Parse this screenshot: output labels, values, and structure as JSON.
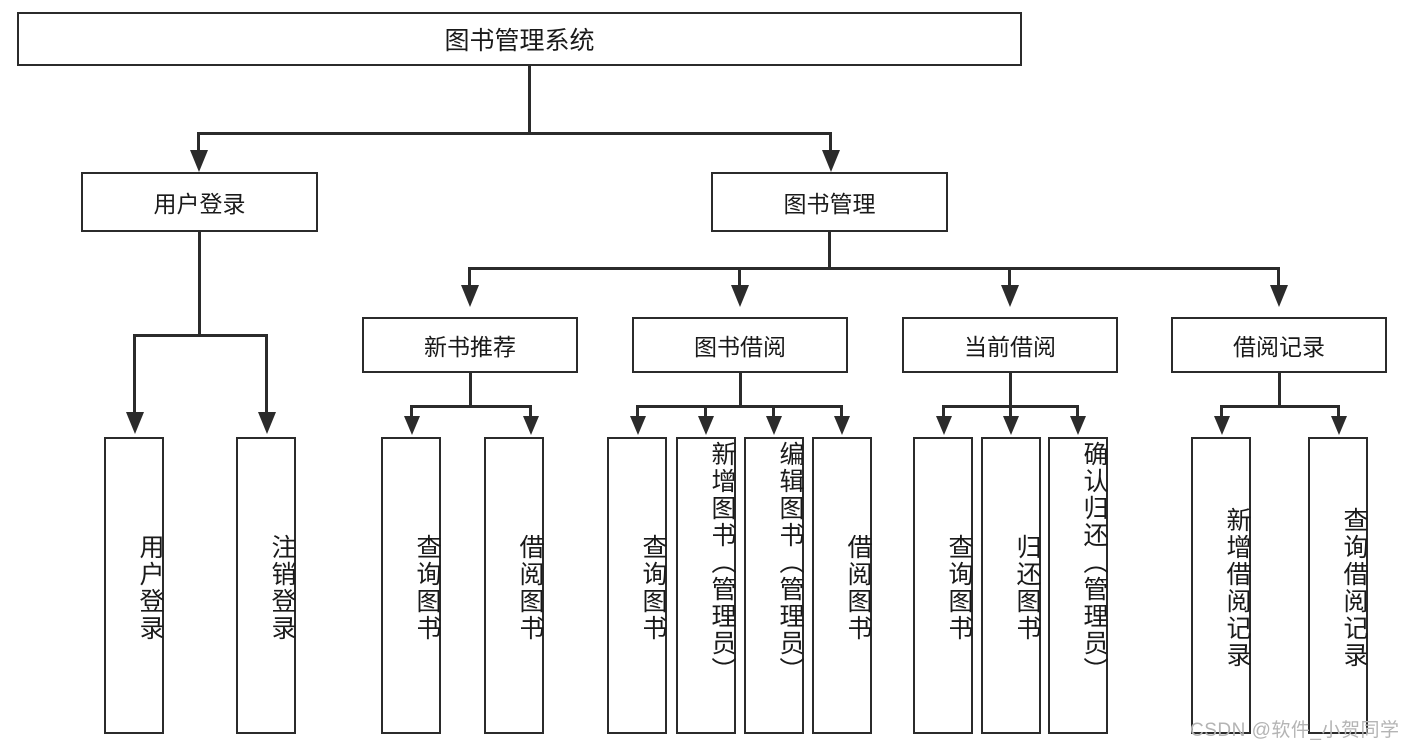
{
  "diagram": {
    "title": "图书管理系统",
    "root": {
      "label": "图书管理系统"
    },
    "level2": [
      {
        "label": "用户登录"
      },
      {
        "label": "图书管理"
      }
    ],
    "level3": [
      {
        "label": "新书推荐"
      },
      {
        "label": "图书借阅"
      },
      {
        "label": "当前借阅"
      },
      {
        "label": "借阅记录"
      }
    ],
    "leaves": {
      "user_login": [
        {
          "label": "用户登录"
        },
        {
          "label": "注销登录"
        }
      ],
      "new_book_recommend": [
        {
          "label": "查询图书"
        },
        {
          "label": "借阅图书"
        }
      ],
      "book_borrow": [
        {
          "label": "查询图书"
        },
        {
          "label": "新增图书（管理员）"
        },
        {
          "label": "编辑图书（管理员）"
        },
        {
          "label": "借阅图书"
        }
      ],
      "current_borrow": [
        {
          "label": "查询图书"
        },
        {
          "label": "归还图书"
        },
        {
          "label": "确认归还（管理员）"
        }
      ],
      "borrow_record": [
        {
          "label": "新增借阅记录"
        },
        {
          "label": "查询借阅记录"
        }
      ]
    }
  },
  "watermark": {
    "text": "CSDN @软件_小贺同学"
  },
  "colors": {
    "stroke": "#2b2b2b",
    "background": "#ffffff",
    "text": "#1a1a1a",
    "watermark": "#b4b4b4"
  }
}
